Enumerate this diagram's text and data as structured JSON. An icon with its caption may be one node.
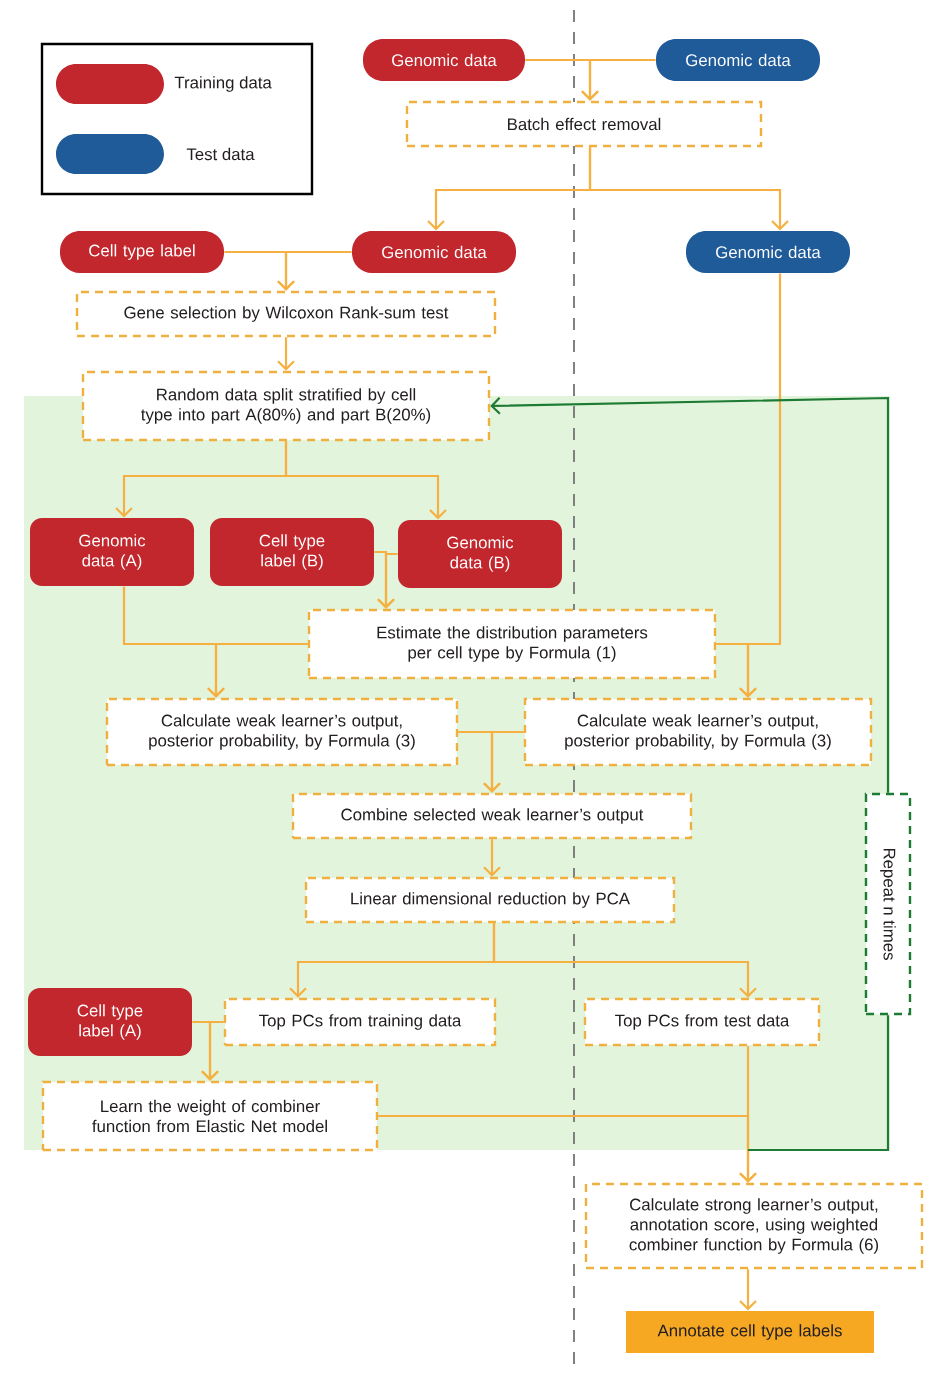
{
  "diagram": {
    "nodes": [
      {
        "text": [
          "Genomic data"
        ]
      },
      {
        "text": [
          "Genomic data"
        ]
      },
      {
        "text": [
          "Batch effect removal"
        ]
      },
      {
        "text": [
          "Cell type label"
        ]
      },
      {
        "text": [
          "Genomic data"
        ]
      },
      {
        "text": [
          "Genomic data"
        ]
      },
      {
        "text": [
          "Gene selection by Wilcoxon Rank-sum test"
        ]
      },
      {
        "text": [
          "Random data split stratified by cell type into part A(80%) and part B(20%)"
        ]
      },
      {
        "text": [
          "Genomic data (A)"
        ]
      },
      {
        "text": [
          "Cell type label (B)"
        ]
      },
      {
        "text": [
          "Genomic data (B)"
        ]
      },
      {
        "text": [
          "Estimate the distribution parameters per cell type by Formula (1)"
        ]
      },
      {
        "text": [
          "Calculate weak learner’s output, posterior probability, by Formula (3)"
        ]
      },
      {
        "text": [
          "Calculate weak learner’s output, posterior probability, by Formula (3)"
        ]
      },
      {
        "text": [
          "Combine selected weak learner’s output"
        ]
      },
      {
        "text": [
          "Linear dimensional reduction by PCA"
        ]
      },
      {
        "text": [
          "Cell type label (A)"
        ]
      },
      {
        "text": [
          "Top PCs from training data"
        ]
      },
      {
        "text": [
          "Top PCs from test data"
        ]
      },
      {
        "text": [
          "Learn the weight of combiner function from Elastic Net model"
        ]
      },
      {
        "text": [
          "Calculate strong learner’s output, annotation score, using weighted combiner function by Formula (6)"
        ]
      },
      {
        "text": [
          "Annotate cell type labels"
        ]
      },
      {
        "text": [
          "Repeat n times"
        ]
      }
    ],
    "edges": [
      {
        "from": 0,
        "to": 2,
        "arrow": "to"
      },
      {
        "from": 1,
        "to": 2,
        "arrow": "to"
      },
      {
        "from": 2,
        "to": 4,
        "arrow": "to"
      },
      {
        "from": 2,
        "to": 5,
        "arrow": "to"
      },
      {
        "from": 3,
        "to": 6,
        "arrow": "to"
      },
      {
        "from": 4,
        "to": 6,
        "arrow": "to"
      },
      {
        "from": 6,
        "to": 7,
        "arrow": "to"
      },
      {
        "from": 7,
        "to": 8,
        "arrow": "to"
      },
      {
        "from": 7,
        "to": 10,
        "arrow": "to"
      },
      {
        "from": 9,
        "to": 11,
        "arrow": "to"
      },
      {
        "from": 10,
        "to": 11,
        "arrow": "to"
      },
      {
        "from": 8,
        "to": 12,
        "arrow": "to"
      },
      {
        "from": 11,
        "to": 12,
        "arrow": "to"
      },
      {
        "from": 5,
        "to": 13,
        "arrow": "to"
      },
      {
        "from": 11,
        "to": 13,
        "arrow": "to"
      },
      {
        "from": 12,
        "to": 14,
        "arrow": "to"
      },
      {
        "from": 13,
        "to": 14,
        "arrow": "to"
      },
      {
        "from": 14,
        "to": 15,
        "arrow": "to"
      },
      {
        "from": 15,
        "to": 17,
        "arrow": "to"
      },
      {
        "from": 15,
        "to": 18,
        "arrow": "to"
      },
      {
        "from": 16,
        "to": 19,
        "arrow": "to"
      },
      {
        "from": 17,
        "to": 19,
        "arrow": "to"
      },
      {
        "from": 18,
        "to": 20,
        "arrow": "to"
      },
      {
        "from": 19,
        "to": 20,
        "arrow": "to"
      },
      {
        "from": 20,
        "to": 21,
        "arrow": "to"
      },
      {
        "from": null,
        "to": 22,
        "arrow": "none",
        "color": "#1e7b34"
      },
      {
        "from": 22,
        "to": 7,
        "arrow": "to",
        "color": "#1e7b34"
      }
    ],
    "legend": [
      {
        "text": "Training data",
        "color": "#c1272d"
      },
      {
        "text": "Test data",
        "color": "#1f5b99"
      }
    ]
  }
}
